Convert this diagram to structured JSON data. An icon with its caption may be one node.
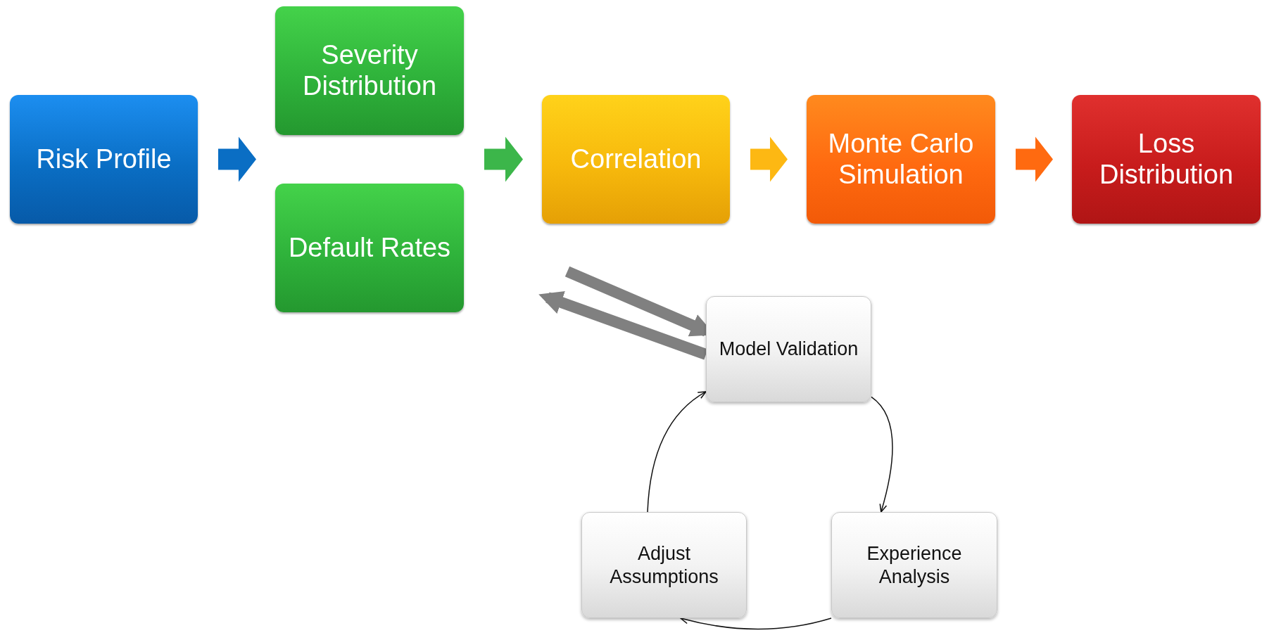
{
  "diagram": {
    "nodes": [
      {
        "text": [
          "Risk Profile"
        ]
      },
      {
        "text": [
          "Severity Distribution"
        ]
      },
      {
        "text": [
          "Default Rates"
        ]
      },
      {
        "text": [
          "Correlation"
        ]
      },
      {
        "text": [
          "Monte Carlo Simulation"
        ]
      },
      {
        "text": [
          "Loss Distribution"
        ]
      },
      {
        "text": [
          "Model Validation"
        ]
      },
      {
        "text": [
          "Experience Analysis"
        ]
      },
      {
        "text": [
          "Adjust Assumptions"
        ]
      }
    ],
    "edges": [
      {
        "from": 0,
        "to": 1,
        "arrow": "to",
        "color": "#0a6ec4"
      },
      {
        "from": 0,
        "to": 2,
        "arrow": "to",
        "color": "#0a6ec4"
      },
      {
        "from": 1,
        "to": 3,
        "arrow": "to",
        "color": "#3cb64a"
      },
      {
        "from": 2,
        "to": 3,
        "arrow": "to",
        "color": "#3cb64a"
      },
      {
        "from": 3,
        "to": 4,
        "arrow": "to",
        "color": "#fdb813"
      },
      {
        "from": 4,
        "to": 5,
        "arrow": "to",
        "color": "#ff6a10"
      },
      {
        "from": null,
        "to": 6,
        "arrow": "to",
        "style": "thick",
        "color": "#808080"
      },
      {
        "from": 6,
        "to": null,
        "arrow": "to",
        "style": "thick",
        "color": "#808080"
      },
      {
        "from": 6,
        "to": 7,
        "arrow": "to"
      },
      {
        "from": 7,
        "to": 8,
        "arrow": "to"
      },
      {
        "from": 8,
        "to": 6,
        "arrow": "to"
      }
    ]
  }
}
